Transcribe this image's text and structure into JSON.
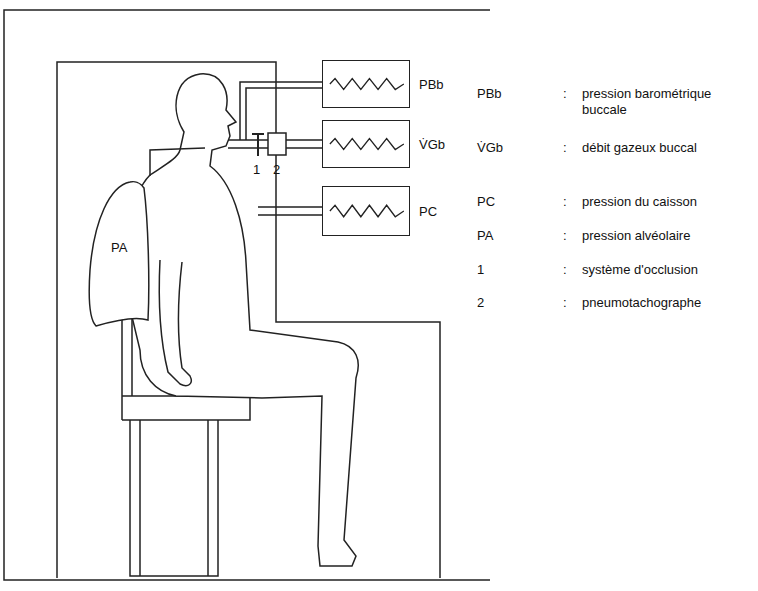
{
  "diagram": {
    "nodes": [
      {
        "text": [
          "PBb"
        ]
      },
      {
        "text": [
          "V̇Gb"
        ]
      },
      {
        "text": [
          "PA"
        ]
      },
      {
        "text": [
          "PC"
        ]
      }
    ],
    "labels": [
      "1",
      "2",
      "PBb",
      ":",
      "pression barométrique buccale",
      "V̇Gb",
      ":",
      "débit gazeux buccal",
      "PC",
      ":",
      "pression du caisson",
      "PA",
      ":",
      "pression alvéolaire",
      "1",
      ":",
      "système d'occlusion",
      "2",
      ":",
      "pneumotachographe"
    ]
  }
}
